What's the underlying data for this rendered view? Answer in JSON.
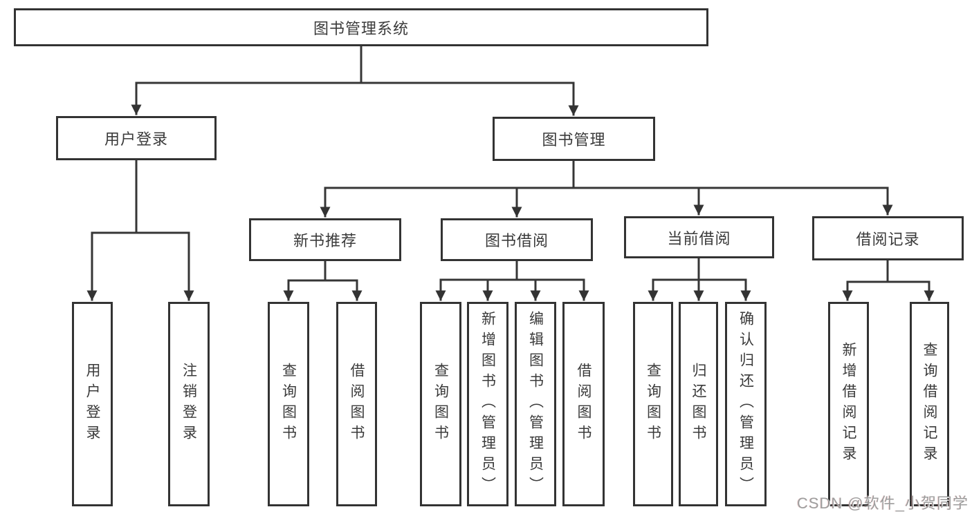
{
  "tree": {
    "label": "图书管理系统",
    "children": [
      {
        "label": "用户登录",
        "children": [
          {
            "label": "用户登录"
          },
          {
            "label": "注销登录"
          }
        ]
      },
      {
        "label": "图书管理",
        "children": [
          {
            "label": "新书推荐",
            "children": [
              {
                "label": "查询图书"
              },
              {
                "label": "借阅图书"
              }
            ]
          },
          {
            "label": "图书借阅",
            "children": [
              {
                "label": "查询图书"
              },
              {
                "label": "新增图书（管理员）"
              },
              {
                "label": "编辑图书（管理员）"
              },
              {
                "label": "借阅图书"
              }
            ]
          },
          {
            "label": "当前借阅",
            "children": [
              {
                "label": "查询图书"
              },
              {
                "label": "归还图书"
              },
              {
                "label": "确认归还（管理员）"
              }
            ]
          },
          {
            "label": "借阅记录",
            "children": [
              {
                "label": "新增借阅记录"
              },
              {
                "label": "查询借阅记录"
              }
            ]
          }
        ]
      }
    ]
  },
  "watermark": "CSDN @软件_小贺同学",
  "colors": {
    "line": "#363636",
    "border": "#333333",
    "text": "#3a3a3a",
    "background": "#ffffff",
    "watermark": "#9d9d9d"
  }
}
